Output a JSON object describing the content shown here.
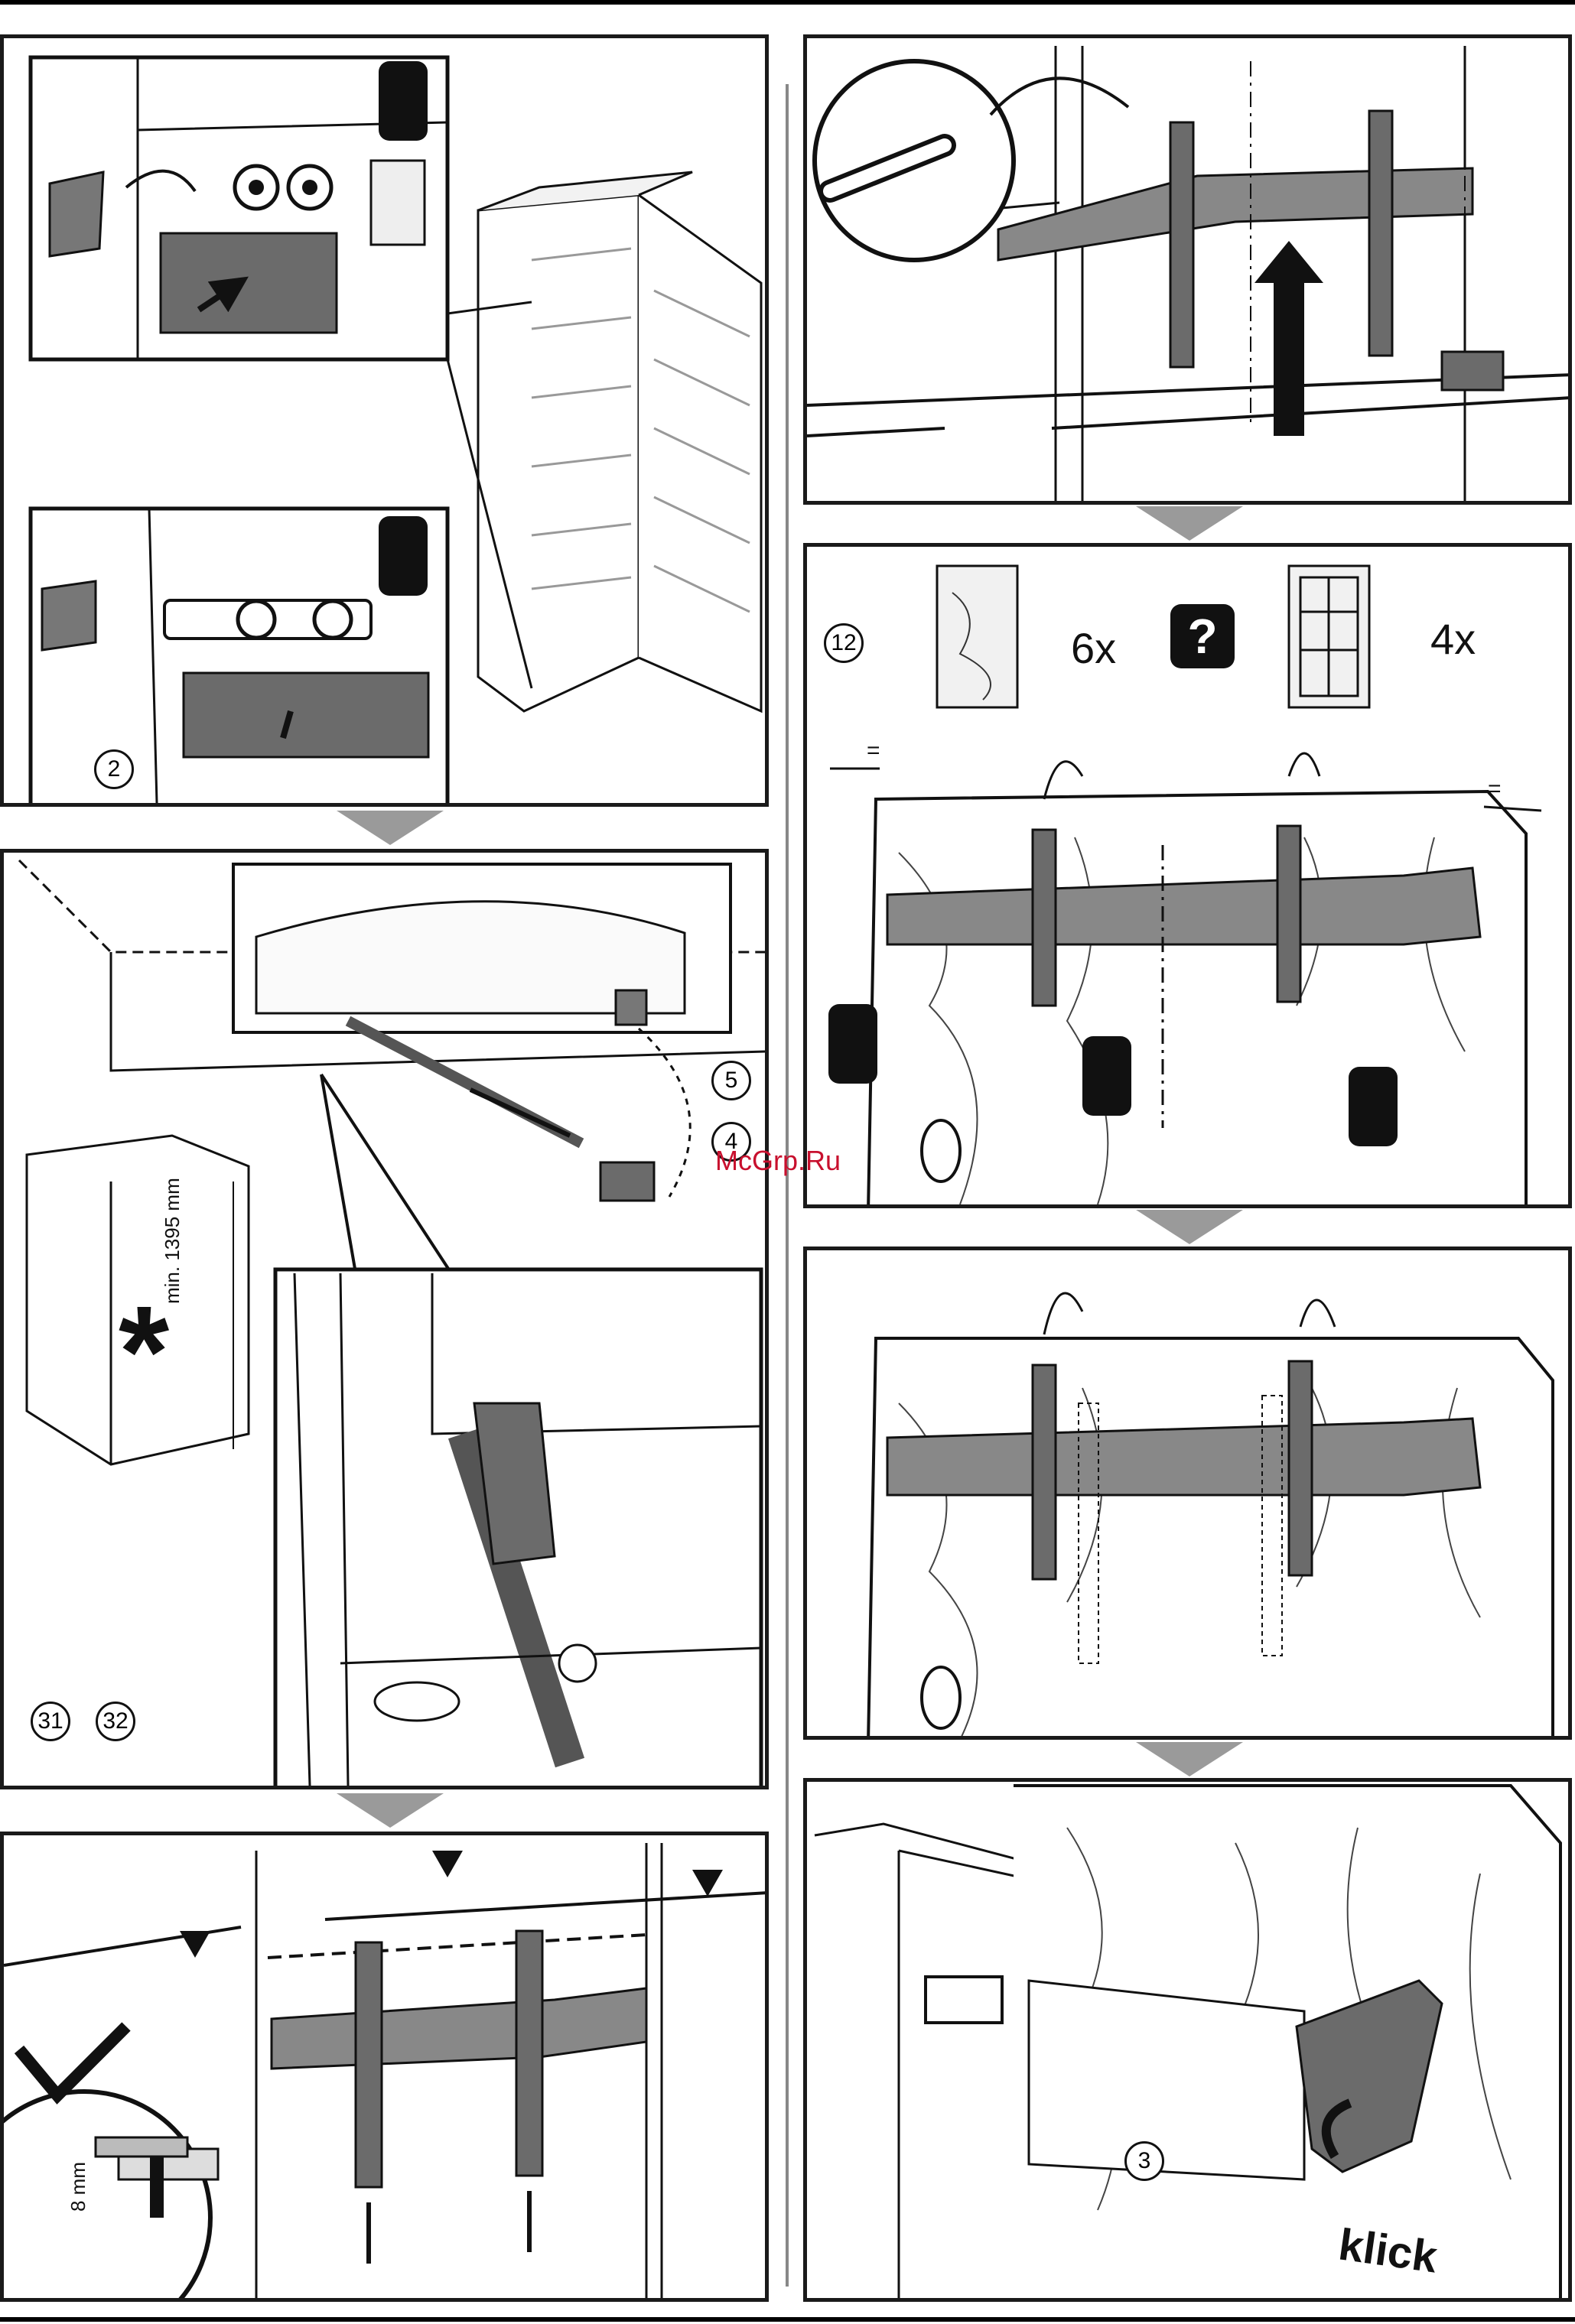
{
  "watermark": "McGrp.Ru",
  "panels": {
    "p1": {
      "step_number": "2"
    },
    "p2": {
      "steps": [
        "5",
        "4"
      ],
      "bottom_steps": [
        "31",
        "32"
      ],
      "height_label": "min. 1395 mm",
      "asterisk": "*"
    },
    "p3": {
      "measurement": "8 mm"
    },
    "p4": {},
    "p5": {
      "step_number": "12",
      "count_a": "6x",
      "count_b": "4x",
      "question": "?",
      "equal_left": "=",
      "equal_right": "="
    },
    "p6": {},
    "p7": {
      "step_number": "3",
      "click_text": "klick"
    }
  },
  "colors": {
    "part_gray": "#6b6b6b",
    "light_gray": "#d6d6d6",
    "arrow_gray": "#9a9a9a",
    "ink": "#111111"
  },
  "icons": [
    "screwdriver-icon",
    "recycle-bin-icon",
    "question-icon",
    "screw-icon",
    "pencil-icon",
    "checkmark-icon",
    "down-arrow-icon"
  ]
}
